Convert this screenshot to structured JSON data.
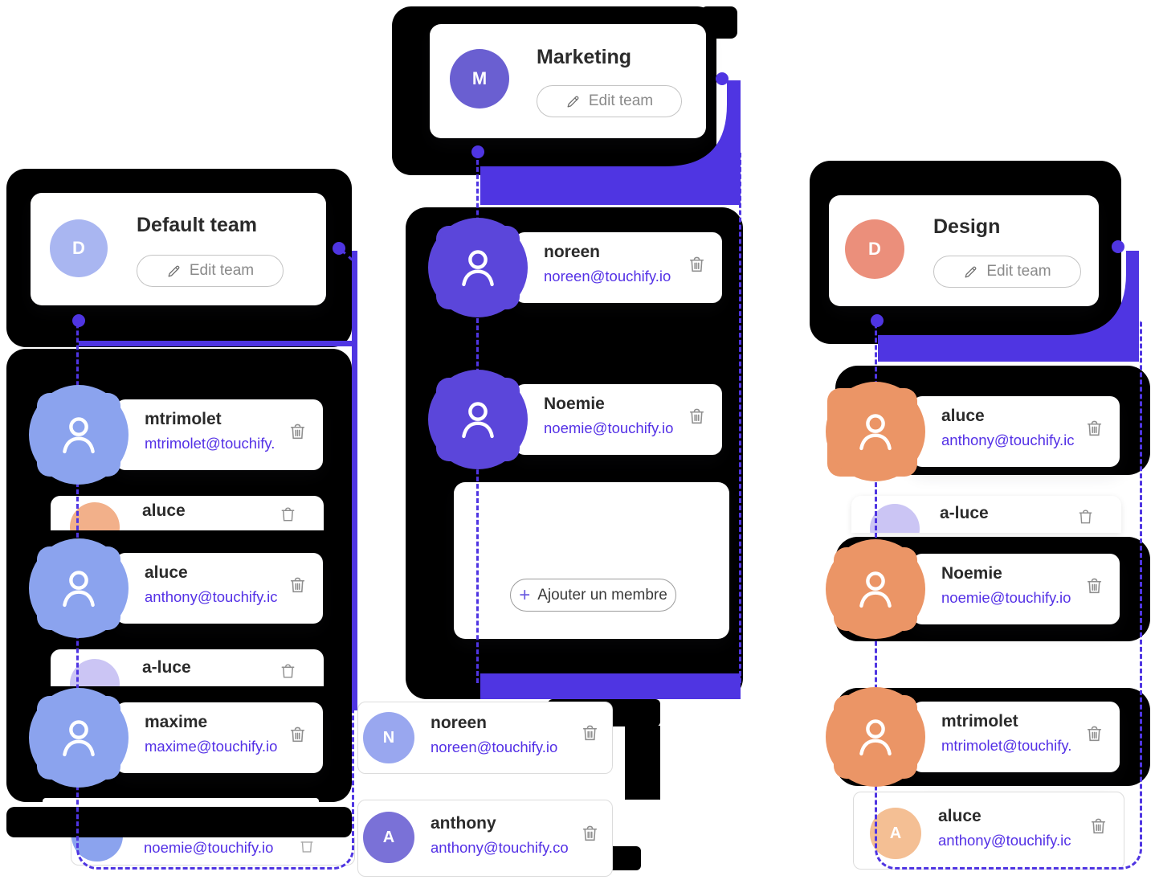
{
  "ui": {
    "edit_team_label": "Edit team",
    "add_member_label": "Ajouter un membre",
    "plus": "+"
  },
  "colors": {
    "accent": "#4f35e2",
    "email_text": "#5431e6",
    "mask": "#000000",
    "avatar_purple": "#5b46da",
    "avatar_periwinkle": "#8ba3ee",
    "avatar_orange": "#eb9566",
    "avatar_salmon_light": "#f2b08a",
    "avatar_lavender": "#cbc5f4",
    "avatar_default_d": "#a9b6f1",
    "avatar_marketing_m": "#6a5fd1",
    "avatar_design_d": "#eb8f7b",
    "avatar_n": "#99a7ef",
    "avatar_a": "#7a71d7",
    "avatar_a_light": "#f4bf94"
  },
  "teams": [
    {
      "name": "Default team",
      "initial": "D",
      "members": [
        {
          "name": "mtrimolet",
          "email": "mtrimolet@touchify."
        },
        {
          "name": "aluce",
          "email": ""
        },
        {
          "name": "aluce",
          "email": "anthony@touchify.ic"
        },
        {
          "name": "a-luce",
          "email": ""
        },
        {
          "name": "maxime",
          "email": "maxime@touchify.io"
        },
        {
          "name": "",
          "email": "noemie@touchify.io"
        }
      ]
    },
    {
      "name": "Marketing",
      "initial": "M",
      "members": [
        {
          "name": "noreen",
          "email": "noreen@touchify.io"
        },
        {
          "name": "Noemie",
          "email": "noemie@touchify.io"
        }
      ],
      "list_members": [
        {
          "name": "noreen",
          "email": "noreen@touchify.io",
          "initial": "N"
        },
        {
          "name": "anthony",
          "email": "anthony@touchify.co",
          "initial": "A"
        }
      ]
    },
    {
      "name": "Design",
      "initial": "D",
      "members": [
        {
          "name": "aluce",
          "email": "anthony@touchify.ic"
        },
        {
          "name": "a-luce",
          "email": ""
        },
        {
          "name": "Noemie",
          "email": "noemie@touchify.io"
        },
        {
          "name": "mtrimolet",
          "email": "mtrimolet@touchify."
        },
        {
          "name": "aluce",
          "email": "anthony@touchify.ic",
          "initial": "A"
        }
      ]
    }
  ]
}
